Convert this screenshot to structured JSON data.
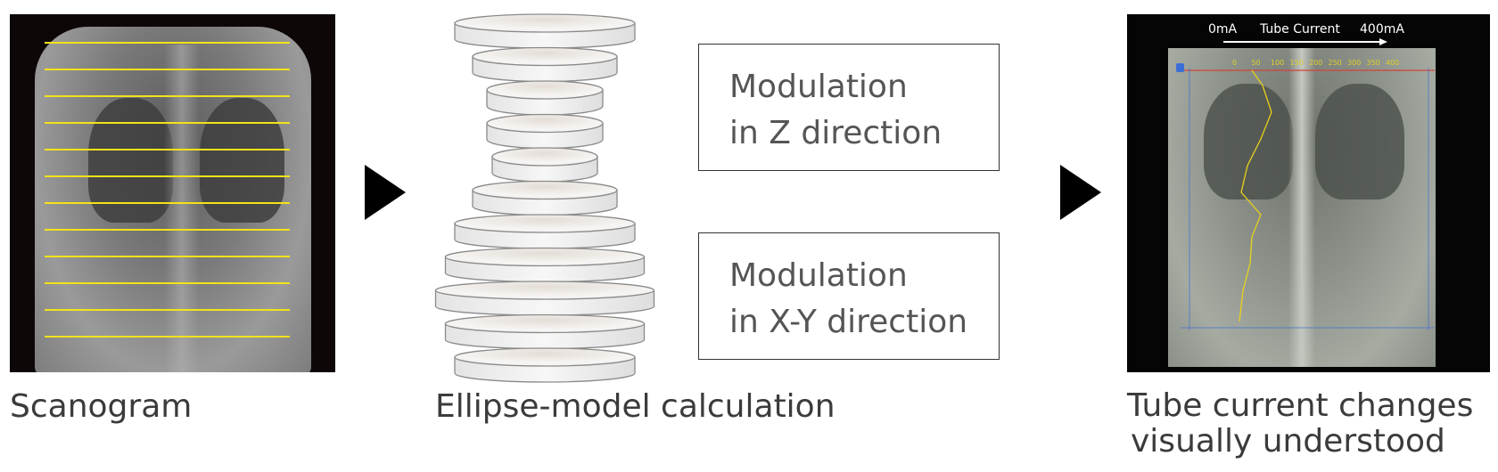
{
  "scanogram": {
    "label": "Scanogram"
  },
  "ellipse": {
    "label": "Ellipse-model calculation",
    "disk_count": 11
  },
  "boxes": [
    {
      "line1": "Modulation",
      "line2": "in Z direction"
    },
    {
      "line1": "Modulation",
      "line2": "in X-Y direction"
    }
  ],
  "result": {
    "label_line1": "Tube current changes",
    "label_line2": "visually understood",
    "scale_min": "0mA",
    "scale_title": "Tube Current",
    "scale_max": "400mA",
    "ticks": [
      "0",
      "50",
      "100",
      "150",
      "200",
      "250",
      "300",
      "350",
      "400"
    ]
  },
  "colors": {
    "scan_line": "#f2e21a",
    "curve": "#e8d21c",
    "red_line": "#d0443a",
    "blue": "#3c6fd6"
  }
}
